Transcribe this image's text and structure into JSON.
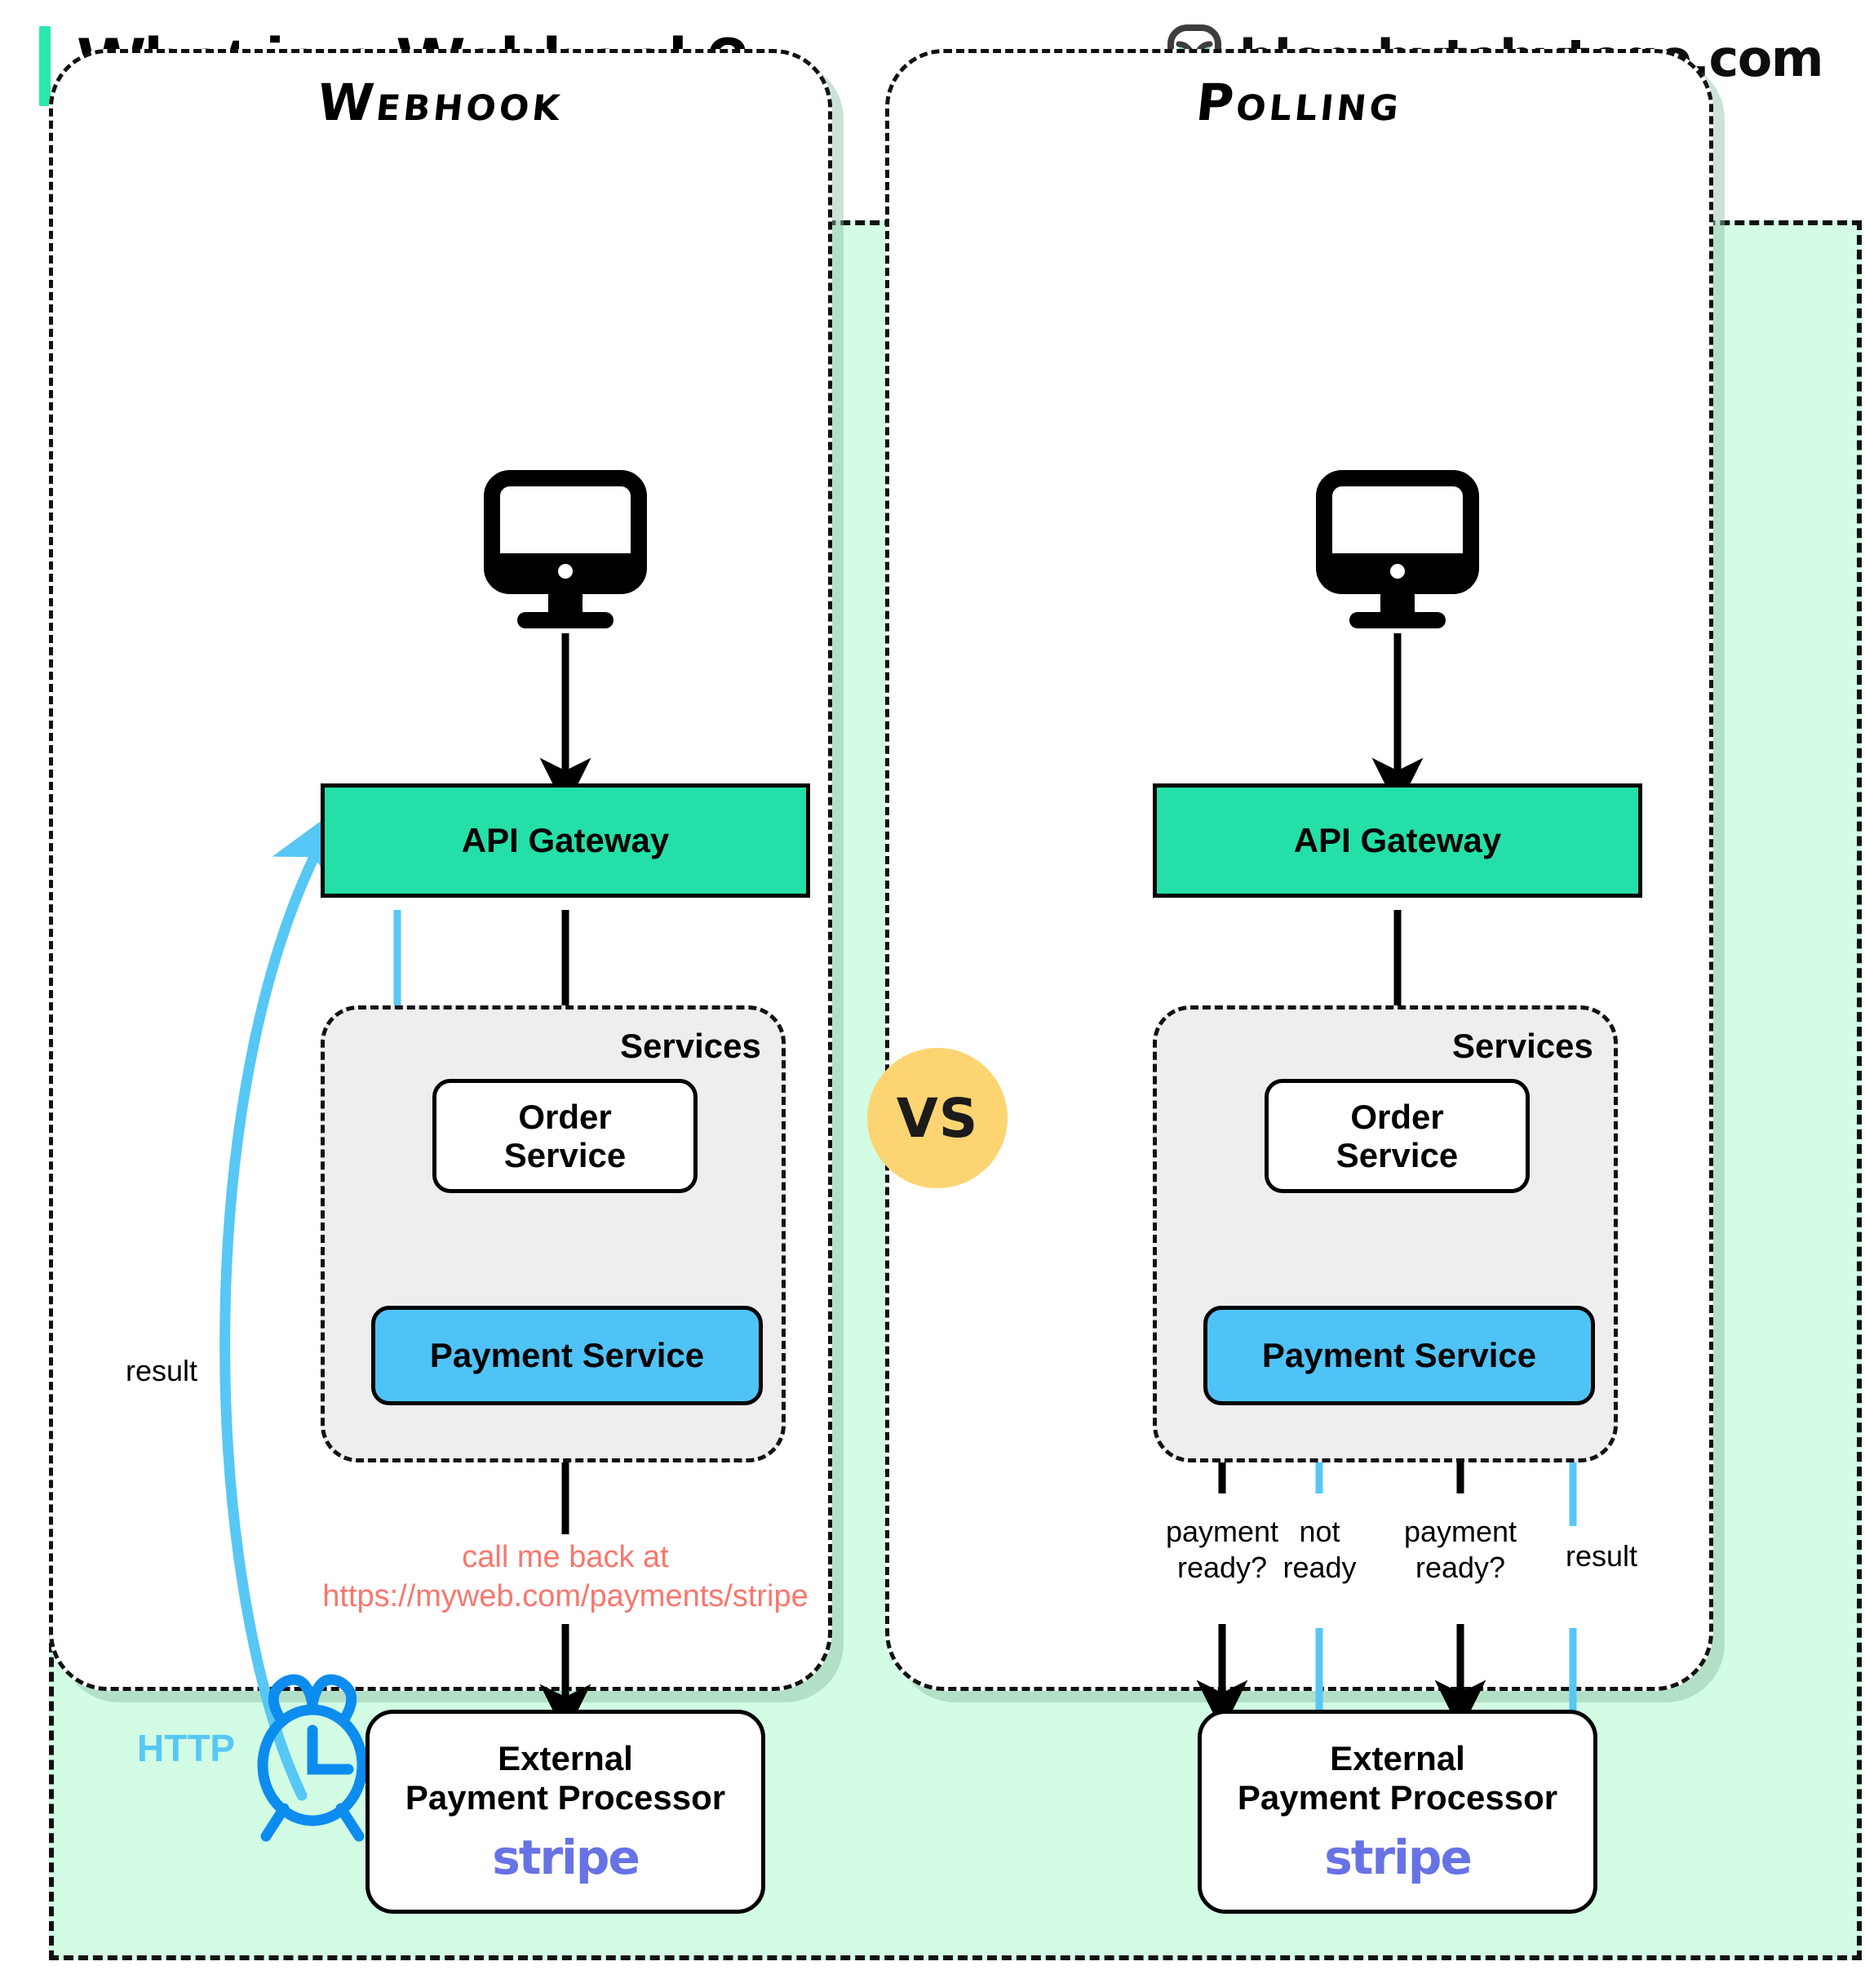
{
  "header": {
    "title": "What is a Webhook?",
    "brand_text": "blog.bytebytego.com",
    "accent_color": "#2AE8B0",
    "logo_icon": "bytebytego-logo-icon"
  },
  "colors": {
    "board_background": "#D2FCE4",
    "gateway_fill": "#24DFA8",
    "payment_fill": "#4FC3F7",
    "services_fill": "#EEEEEE",
    "vs_badge_fill": "#FCD472",
    "callback_text": "#F8776E",
    "http_label": "#57C7F5",
    "webhook_arrow": "#57C7F5",
    "stripe_purple": "#6772E5"
  },
  "vs_badge": {
    "label": "VS"
  },
  "panels": [
    {
      "id": "webhook",
      "title": "Webhook",
      "client_icon": "desktop-monitor-icon",
      "nodes": {
        "gateway": "API Gateway",
        "services_label": "Services",
        "order_service": "Order\nService",
        "payment_service": "Payment Service",
        "external_title": "External\nPayment Processor",
        "external_brand": "stripe"
      },
      "labels": {
        "result": "result",
        "http": "HTTP",
        "callback_line1": "call me back at",
        "callback_line2": "https://myweb.com/payments/stripe"
      },
      "icons": {
        "clock": "alarm-clock-icon"
      }
    },
    {
      "id": "polling",
      "title": "Polling",
      "client_icon": "desktop-monitor-icon",
      "nodes": {
        "gateway": "API Gateway",
        "services_label": "Services",
        "order_service": "Order\nService",
        "payment_service": "Payment Service",
        "external_title": "External\nPayment Processor",
        "external_brand": "stripe"
      },
      "poll_labels": [
        {
          "text": "payment\nready?",
          "direction": "down",
          "color": "black"
        },
        {
          "text": "not\nready",
          "direction": "up",
          "color": "blue"
        },
        {
          "text": "payment\nready?",
          "direction": "down",
          "color": "black"
        },
        {
          "text": "result",
          "direction": "up",
          "color": "blue"
        }
      ]
    }
  ]
}
